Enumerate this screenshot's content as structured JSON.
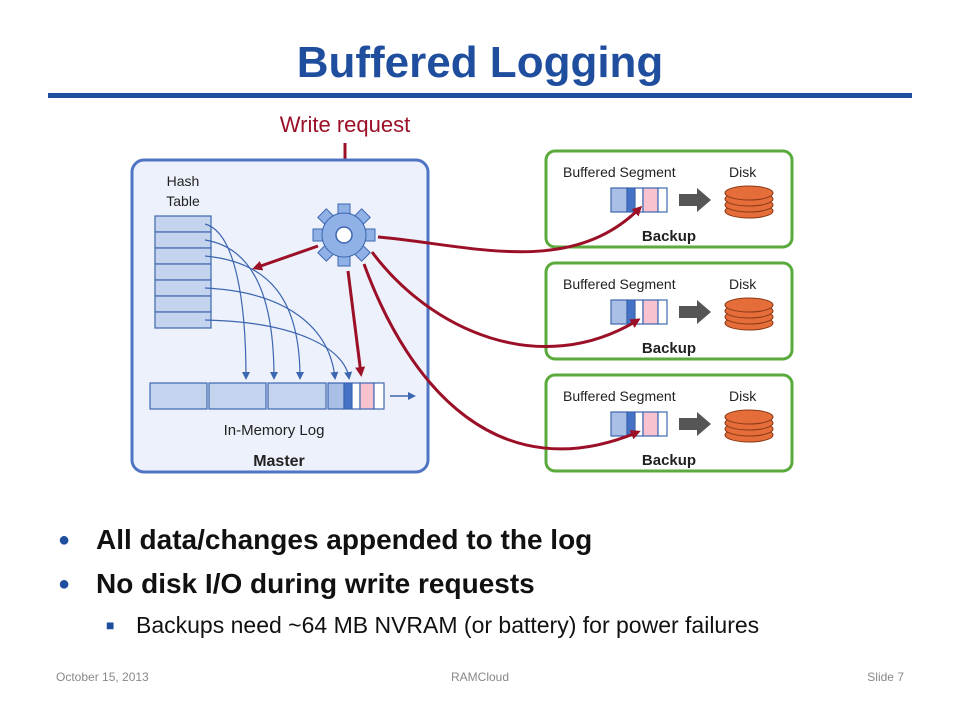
{
  "slide": {
    "title": "Buffered Logging",
    "footer_date": "October 15, 2013",
    "footer_center": "RAMCloud",
    "footer_slide": "Slide 7"
  },
  "diagram": {
    "write_request": "Write request",
    "master": {
      "label": "Master",
      "hash_table": [
        "Hash",
        "Table"
      ],
      "log_label": "In-Memory Log"
    },
    "backups": [
      {
        "label": "Backup",
        "segment_label": "Buffered Segment",
        "disk_label": "Disk"
      },
      {
        "label": "Backup",
        "segment_label": "Buffered Segment",
        "disk_label": "Disk"
      },
      {
        "label": "Backup",
        "segment_label": "Buffered Segment",
        "disk_label": "Disk"
      }
    ],
    "colors": {
      "arrow": "#9b1026",
      "master_border": "#4f74c4",
      "backup_border": "#5aaa3c",
      "cell_fill": "#c5d4ee",
      "new_entry": "#4472c4",
      "pink_entry": "#f8c3cf",
      "disk": "#e56d3a"
    }
  },
  "bullets": [
    {
      "text": "All data/changes appended to the log"
    },
    {
      "text": "No disk I/O during write requests"
    }
  ],
  "subbullets": [
    {
      "text": "Backups need ~64 MB NVRAM (or battery) for power failures"
    }
  ]
}
